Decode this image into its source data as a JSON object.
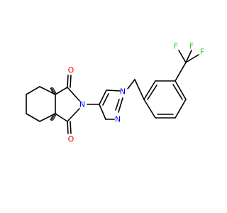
{
  "structure": {
    "atom_labels": {
      "o_top": "O",
      "o_bottom": "O",
      "n_imide": "N",
      "n_pyrazole_1": "N",
      "n_pyrazole_2": "N",
      "f_1": "F",
      "f_2": "F",
      "f_3": "F"
    },
    "colors": {
      "bond": "#000000",
      "oxygen": "#ff0000",
      "nitrogen": "#0000ff",
      "fluorine": "#33cc33",
      "stereo_h": "#000000"
    }
  }
}
